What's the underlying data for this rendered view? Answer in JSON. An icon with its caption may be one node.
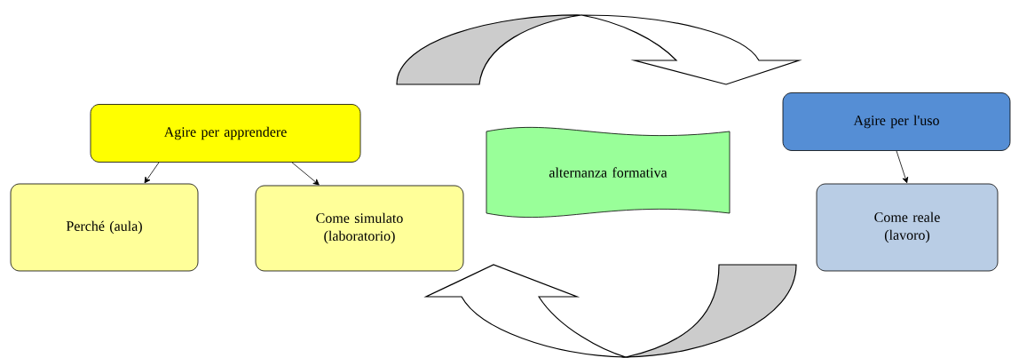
{
  "diagram": {
    "nodes": [
      {
        "text": [
          "Agire per apprendere"
        ]
      },
      {
        "text": [
          "Perché (aula)"
        ]
      },
      {
        "text": [
          "Come simulato (laboratorio)"
        ]
      },
      {
        "text": [
          "alternanza formativa"
        ]
      },
      {
        "text": [
          "Agire per l'uso"
        ]
      },
      {
        "text": [
          "Come reale (lavoro)"
        ]
      }
    ],
    "edges": [
      {
        "from": 0,
        "to": 1,
        "arrow": "to"
      },
      {
        "from": 0,
        "to": 2,
        "arrow": "to"
      },
      {
        "from": 4,
        "to": 5,
        "arrow": "to"
      }
    ]
  }
}
